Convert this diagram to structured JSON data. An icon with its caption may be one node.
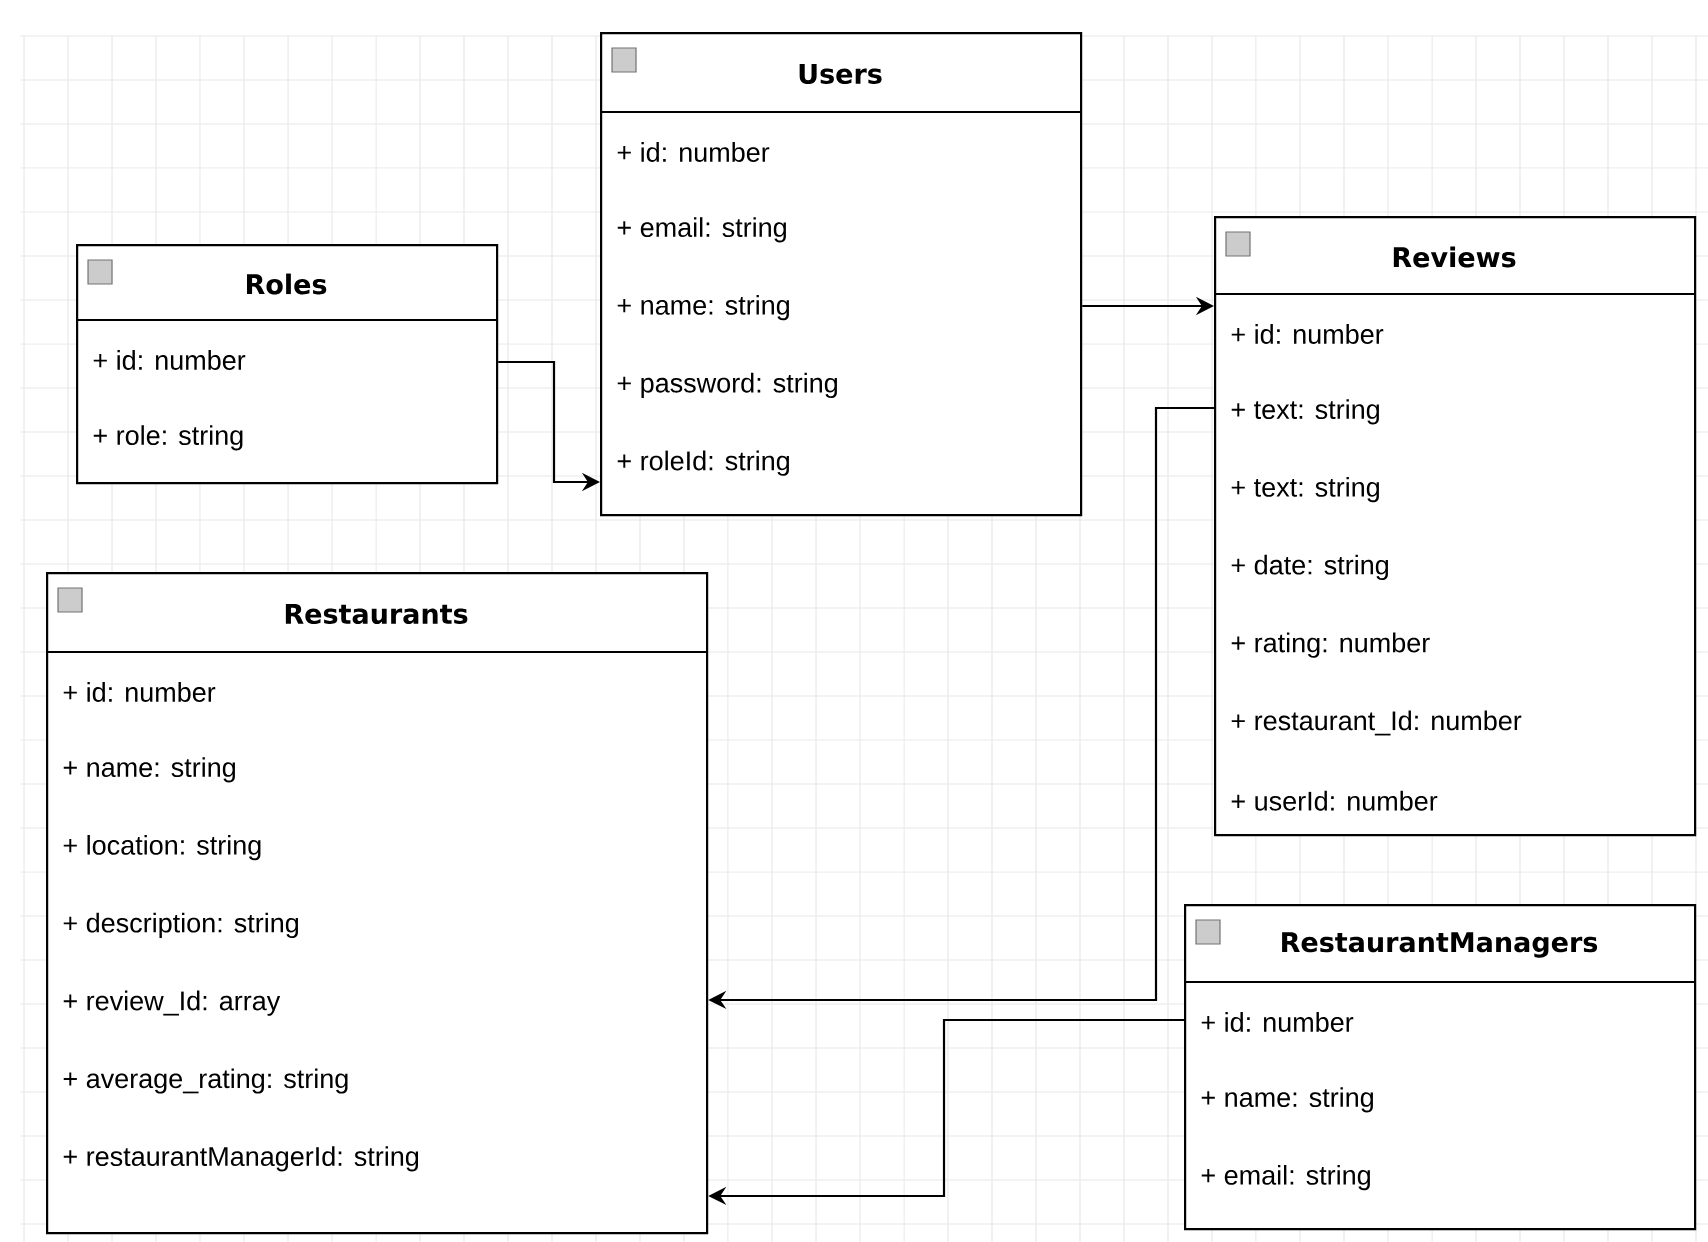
{
  "diagram": {
    "nodes": [
      {
        "text": [
          "Users",
          "+ id: number",
          "+ email: string",
          "+ name: string",
          "+ password: string",
          "+ roleId: string"
        ]
      },
      {
        "text": [
          "Roles",
          "+ id: number",
          "+ role: string"
        ]
      },
      {
        "text": [
          "Reviews",
          "+ id: number",
          "+ text: string",
          "+ text: string",
          "+ date: string",
          "+ rating: number",
          "+ restaurant_Id: number",
          "+ userId: number"
        ]
      },
      {
        "text": [
          "Restaurants",
          "+ id: number",
          "+ name: string",
          "+ location: string",
          "+ description: string",
          "+ review_Id: array",
          "+ average_rating: string",
          "+ restaurantManagerId: string"
        ]
      },
      {
        "text": [
          "RestaurantManagers",
          "+ id: number",
          "+ name: string",
          "+ email: string"
        ]
      }
    ],
    "edges": [
      {
        "from": 1,
        "to": 0,
        "arrow": "to"
      },
      {
        "from": 0,
        "to": 2,
        "arrow": "to"
      },
      {
        "from": 2,
        "to": 3,
        "arrow": "to"
      },
      {
        "from": 4,
        "to": 3,
        "arrow": "to"
      }
    ]
  }
}
